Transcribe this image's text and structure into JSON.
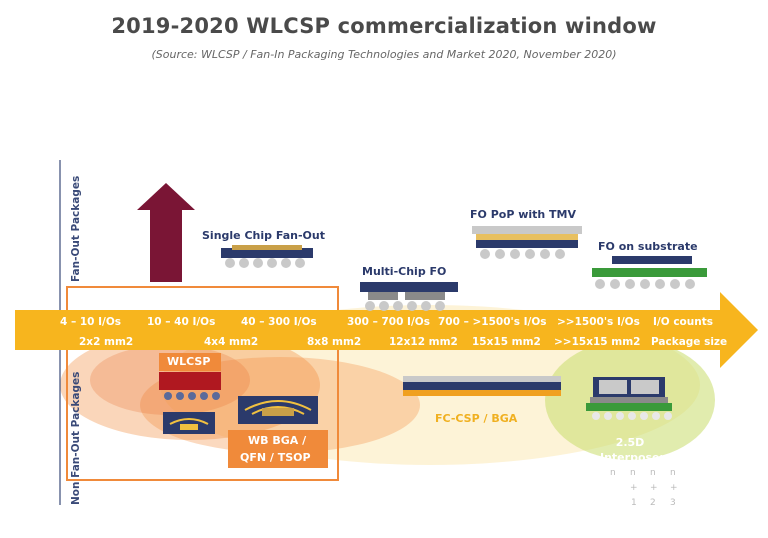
{
  "title": "2019-2020 WLCSP commercialization window",
  "subtitle": "(Source: WLCSP / Fan-In Packaging Technologies and Market 2020, November 2020)",
  "axis_labels": {
    "fan_out": "Fan-Out Packages",
    "non_fan_out": "Non Fan-Out Packages"
  },
  "arrow_io": [
    "4 – 10 I/Os",
    "10 – 40 I/Os",
    "40 – 300 I/Os",
    "300 – 700 I/Os",
    "700 – >1500's I/Os",
    ">>1500's I/Os",
    "I/O counts"
  ],
  "arrow_sizes": [
    "2x2 mm2",
    "4x4 mm2",
    "8x8 mm2",
    "12x12 mm2",
    "15x15 mm2",
    ">>15x15 mm2",
    "Package size"
  ],
  "packages": {
    "single_chip_fo": "Single Chip Fan-Out",
    "multi_chip_fo": "Multi-Chip FO",
    "fo_pop": "FO PoP with TMV",
    "fo_substrate": "FO on substrate",
    "wlcsp": "WLCSP",
    "wb_bga": "WB BGA /",
    "qfn_tsop": "QFN / TSOP",
    "fc_csp": "FC-CSP / BGA",
    "interposer_line1": "2.5D",
    "interposer_line2": "Interposers"
  },
  "ghost_labels": [
    "n",
    "n",
    "n",
    "n",
    "+",
    "+",
    "+",
    "1",
    "2",
    "3"
  ],
  "colors": {
    "arrow": "#f7b51e",
    "burgundy": "#7a1535",
    "orange_box": "#f08a3a",
    "navy_chip": "#2b3a6b",
    "green_sub": "#3a9a3a",
    "interposer_fill": "#c8dc6c"
  }
}
